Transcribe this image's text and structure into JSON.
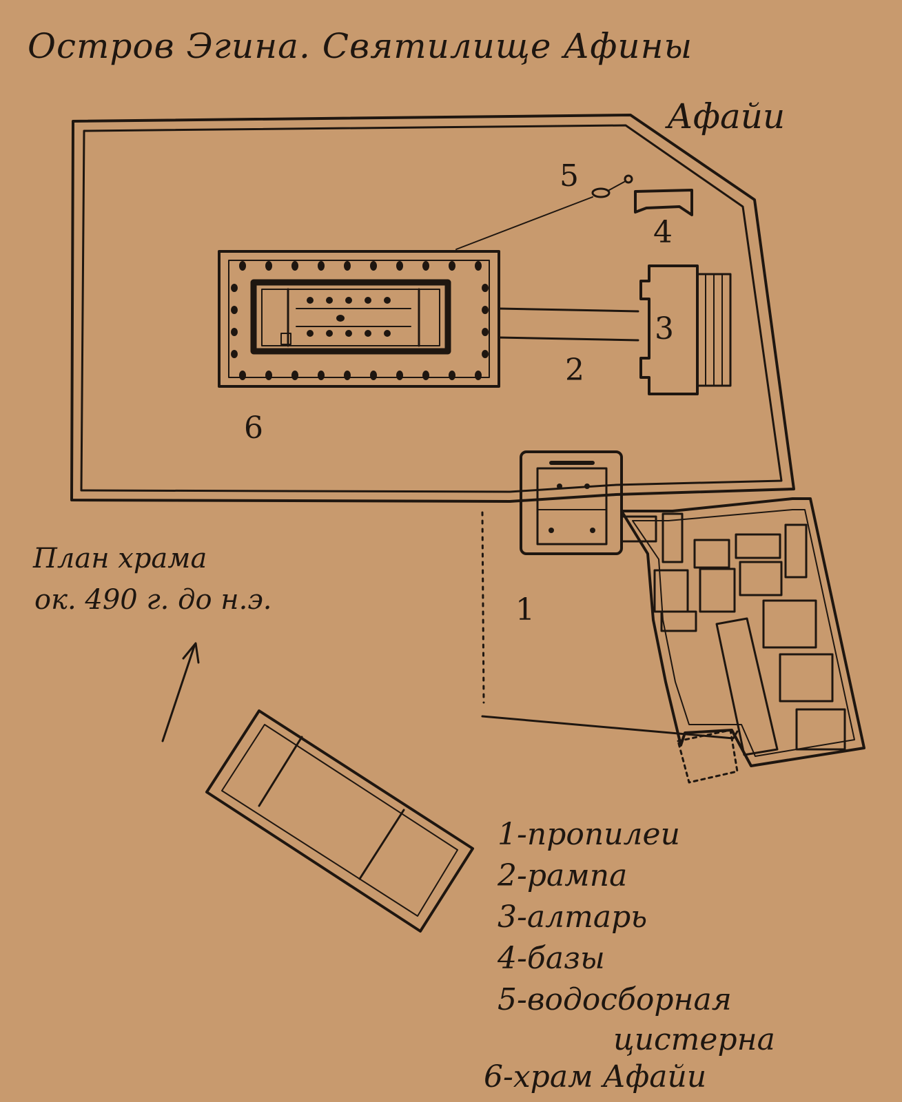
{
  "title": {
    "line1": "Остров Эгина. Святилище Афины",
    "line2": "Афайи"
  },
  "plan_note": {
    "line1": "План храма",
    "line2": "ок. 490 г. до н.э."
  },
  "markers": {
    "m1": "1",
    "m2": "2",
    "m3": "3",
    "m4": "4",
    "m5": "5",
    "m6": "6"
  },
  "legend": [
    "1-пропилеи",
    "2-рампа",
    "3-алтарь",
    "4-базы",
    "5-водосборная",
    "цистерна",
    "6-храм Афайи"
  ],
  "colors": {
    "paper": "#c89a6e",
    "ink": "#1e1610"
  }
}
